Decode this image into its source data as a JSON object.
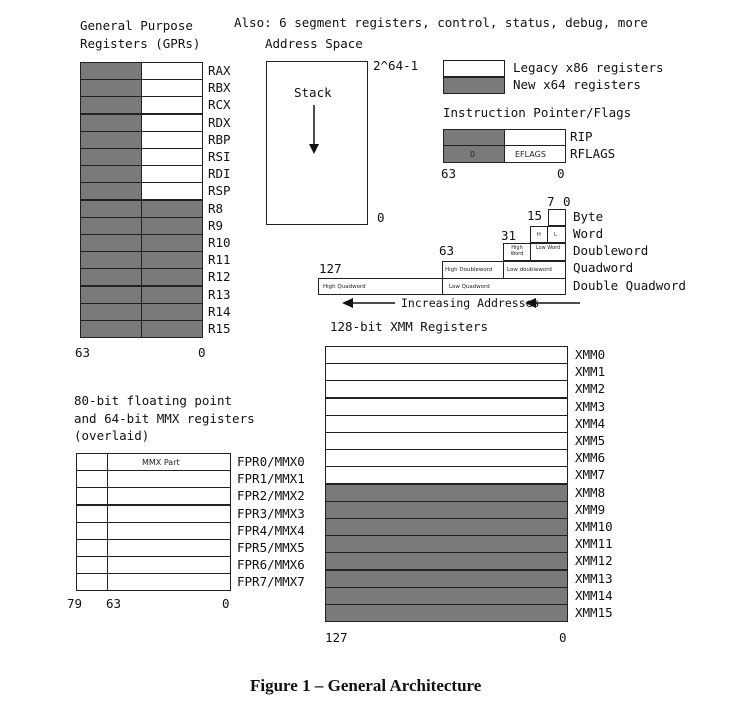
{
  "also_note": "Also: 6 segment registers, control, status, debug, more",
  "gpr": {
    "title_line1": "General Purpose",
    "title_line2": "Registers (GPRs)",
    "registers": [
      "RAX",
      "RBX",
      "RCX",
      "RDX",
      "RBP",
      "RSI",
      "RDI",
      "RSP",
      "R8",
      "R9",
      "R10",
      "R11",
      "R12",
      "R13",
      "R14",
      "R15"
    ],
    "bit_high": "63",
    "bit_low": "0"
  },
  "address_space": {
    "title": "Address Space",
    "top_label": "2^64-1",
    "bottom_label": "0",
    "stack_label": "Stack"
  },
  "legend": {
    "legacy": "Legacy x86 registers",
    "new": "New x64 registers"
  },
  "ip_flags": {
    "title": "Instruction Pointer/Flags",
    "rip": "RIP",
    "rflags": "RFLAGS",
    "zero_label": "0",
    "eflags": "EFLAGS",
    "bit_high": "63",
    "bit_low": "0"
  },
  "data_sizes": {
    "b7": "7",
    "b0": "0",
    "b15": "15",
    "b31": "31",
    "b63": "63",
    "b127": "127",
    "h": "H",
    "l": "L",
    "high_word": "High Word",
    "low_word": "Low Word",
    "high_doubleword": "High Doubleword",
    "low_doubleword": "Low doubleword",
    "high_quadword": "High Quadword",
    "low_quadword": "Low Quadword",
    "byte": "Byte",
    "word": "Word",
    "doubleword": "Doubleword",
    "quadword": "Quadword",
    "double_quadword": "Double Quadword",
    "increasing": "Increasing Addresses"
  },
  "xmm": {
    "title": "128-bit XMM Registers",
    "registers": [
      "XMM0",
      "XMM1",
      "XMM2",
      "XMM3",
      "XMM4",
      "XMM5",
      "XMM6",
      "XMM7",
      "XMM8",
      "XMM9",
      "XMM10",
      "XMM11",
      "XMM12",
      "XMM13",
      "XMM14",
      "XMM15"
    ],
    "bit_high": "127",
    "bit_low": "0"
  },
  "fpu": {
    "title_line1": "80-bit floating point",
    "title_line2": "and 64-bit MMX registers",
    "title_line3": "(overlaid)",
    "mmx_part": "MMX Part",
    "registers": [
      "FPR0/MMX0",
      "FPR1/MMX1",
      "FPR2/MMX2",
      "FPR3/MMX3",
      "FPR4/MMX4",
      "FPR5/MMX5",
      "FPR6/MMX6",
      "FPR7/MMX7"
    ],
    "bit_79": "79",
    "bit_63": "63",
    "bit_0": "0"
  },
  "caption": "Figure 1 – General Architecture",
  "colors": {
    "legacy": "#ffffff",
    "new": "#7a7a7a",
    "line": "#222222"
  }
}
